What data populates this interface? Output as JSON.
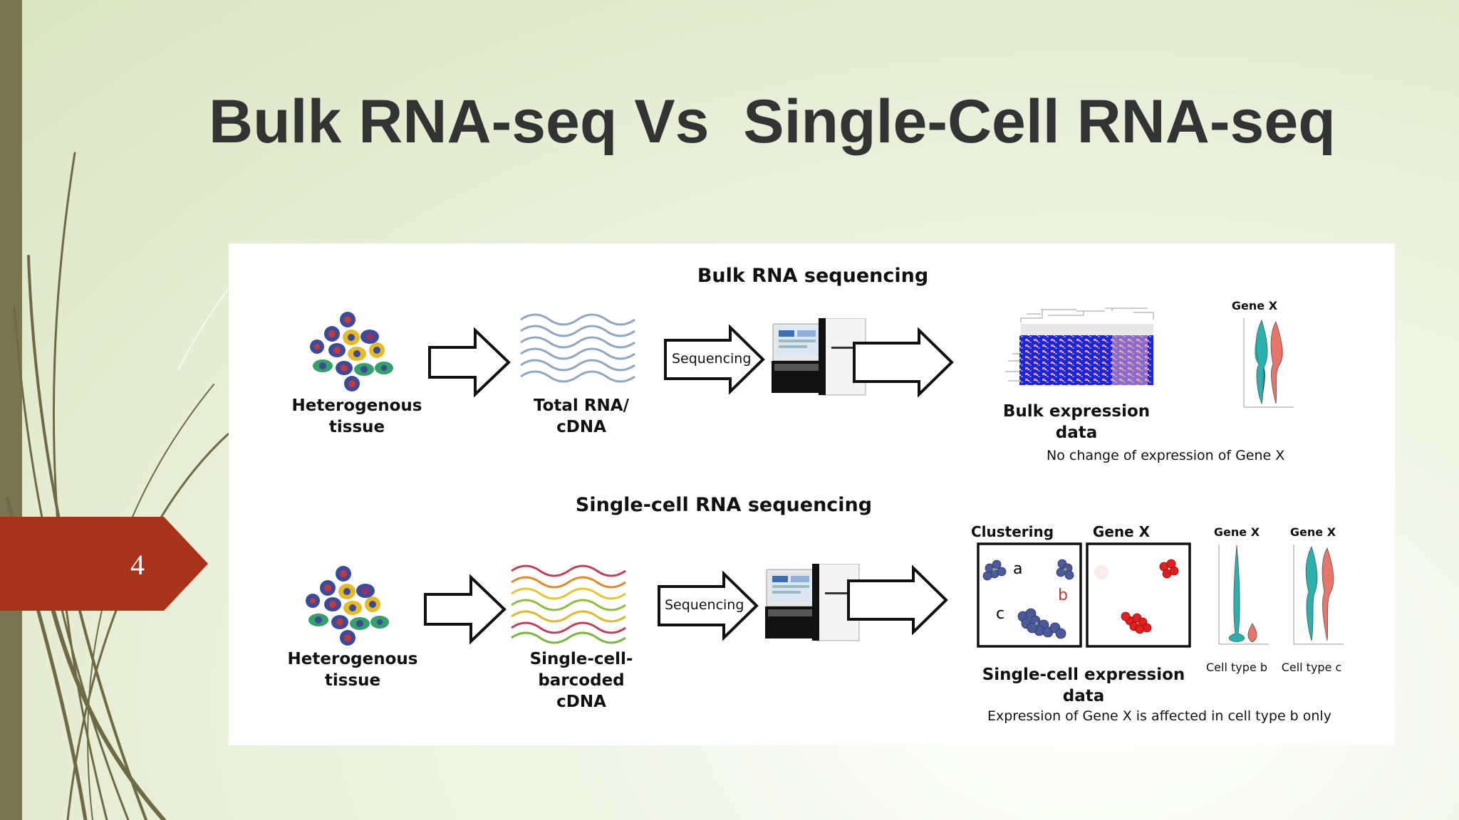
{
  "slide": {
    "title": "Bulk RNA-seq Vs  Single-Cell RNA-seq",
    "page_number": "4",
    "colors": {
      "left_bar": "#7b7450",
      "page_tab": "#a8321a",
      "title": "#333333"
    }
  },
  "bulk": {
    "heading": "Bulk RNA sequencing",
    "tissue_label": "Heterogenous\ntissue",
    "rna_label": "Total RNA/\ncDNA",
    "sequencing_label": "Sequencing",
    "expression_label": "Bulk expression data",
    "gene_label": "Gene X",
    "caption": "No change of expression of Gene X"
  },
  "single_cell": {
    "heading": "Single-cell RNA sequencing",
    "tissue_label": "Heterogenous\ntissue",
    "rna_label": "Single-cell-barcoded\ncDNA",
    "sequencing_label": "Sequencing",
    "clustering_label": "Clustering",
    "cluster_a": "a",
    "cluster_b": "b",
    "cluster_c": "c",
    "gene_box_label": "Gene X",
    "expression_label": "Single-cell expression data",
    "violin_b_gene": "Gene X",
    "violin_c_gene": "Gene X",
    "cell_type_b": "Cell type b",
    "cell_type_c": "Cell type c",
    "caption": "Expression of Gene X is affected in cell type b only"
  },
  "icons": [
    "tissue-icon",
    "arrow-icon",
    "rna-waves-icon",
    "sequencer-icon",
    "heatmap-icon",
    "violin-plot-icon",
    "cluster-plot-icon"
  ]
}
